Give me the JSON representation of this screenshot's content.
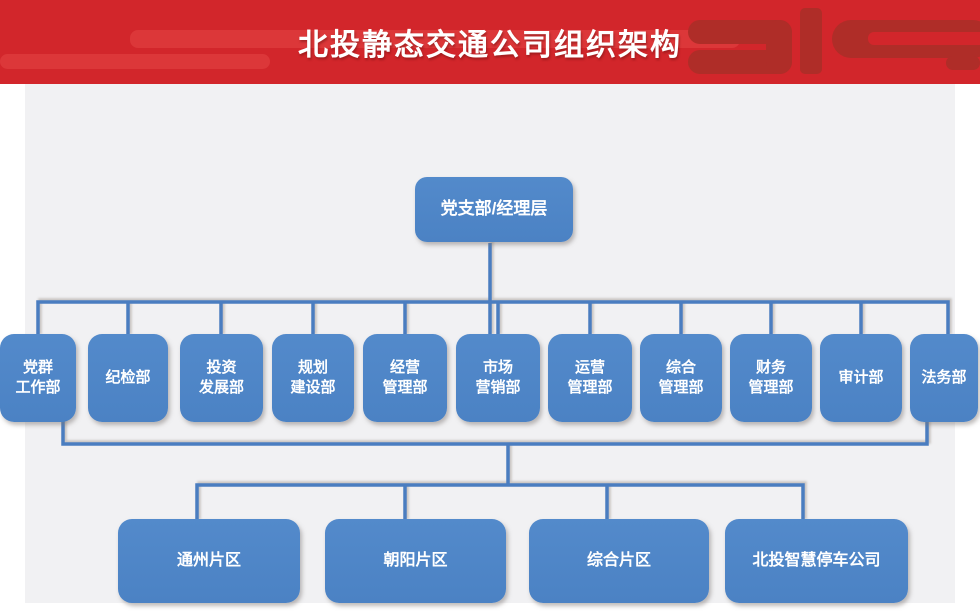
{
  "header": {
    "title": "北投静态交通公司组织架构",
    "watermark": "BIG"
  },
  "org": {
    "root": {
      "label": "党支部/经理层"
    },
    "departments": [
      {
        "label": "党群\n工作部"
      },
      {
        "label": "纪检部"
      },
      {
        "label": "投资\n发展部"
      },
      {
        "label": "规划\n建设部"
      },
      {
        "label": "经营\n管理部"
      },
      {
        "label": "市场\n营销部"
      },
      {
        "label": "运营\n管理部"
      },
      {
        "label": "综合\n管理部"
      },
      {
        "label": "财务\n管理部"
      },
      {
        "label": "审计部"
      },
      {
        "label": "法务部"
      }
    ],
    "regions": [
      {
        "label": "通州片区"
      },
      {
        "label": "朝阳片区"
      },
      {
        "label": "综合片区"
      },
      {
        "label": "北投智慧停车公司"
      }
    ]
  },
  "colors": {
    "header_red": "#d2262b",
    "watermark_red": "#af2d28",
    "node_blue": "#4e86c8",
    "line_blue": "#4a7dc0",
    "panel_gray": "#f1f1f3",
    "text_white": "#ffffff"
  }
}
